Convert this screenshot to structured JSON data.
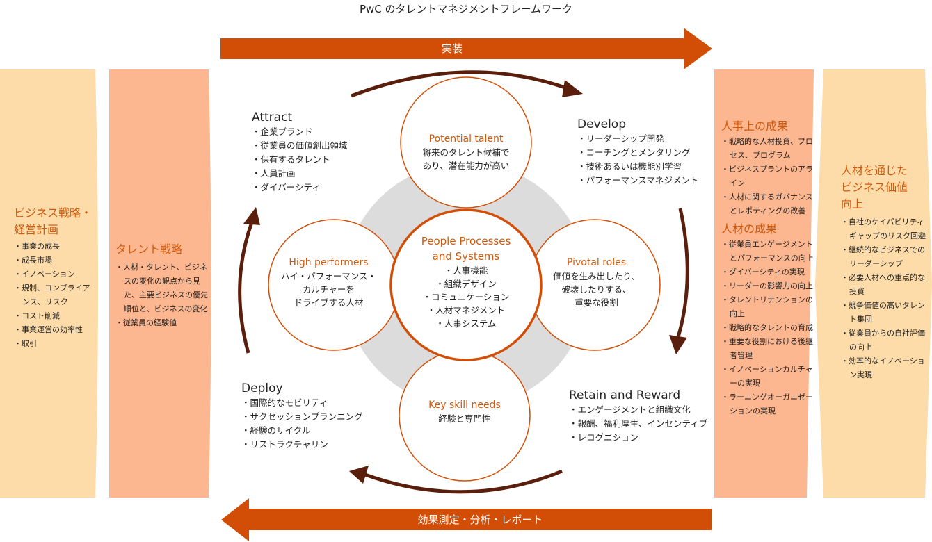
{
  "title": "PwC のタレントマネジメントフレームワーク",
  "arrows": {
    "top": "実装",
    "bottom": "効果測定・分析・レポート"
  },
  "left_panel_1": {
    "heading": [
      "ビジネス戦略・",
      "経営計画"
    ],
    "items": [
      "事業の成長",
      "成長市場",
      "イノベーション",
      "規制、コンプライアンス、リスク",
      "コスト削減",
      "事業運営の効率性",
      "取引"
    ]
  },
  "left_panel_2": {
    "heading": "タレント戦略",
    "items": [
      "人材・タレント、ビジネスの変化の観点から見た、主要ビジネスの優先順位と、ビジネスの変化",
      "従業員の経験値"
    ]
  },
  "right_panel_1": {
    "heading_1": "人事上の成果",
    "items_1": [
      "戦略的な人材投資、プロセス、プログラム",
      "ビジネスプラントのアライン",
      "人材に関するガバナンスとレポティングの改善"
    ],
    "heading_2": "人材の成果",
    "items_2": [
      "従業員エンゲージメントとパフォーマンスの向上",
      "ダイバーシティの実現",
      "リーダーの影響力の向上",
      "タレントリテンションの向上",
      "戦略的なタレントの育成",
      "重要な役割における後継者管理",
      "イノベーションカルチャーの実現",
      "ラーニングオーガニゼーションの実現"
    ]
  },
  "right_panel_2": {
    "heading": [
      "人材を通じた",
      "ビジネス価値",
      "向上"
    ],
    "items": [
      "自社のケイパビリティギャップのリスク回避",
      "継続的なビジネスでのリーダーシップ",
      "必要人材への重点的な投資",
      "競争価値の高いタレント集団",
      "従業員からの自社評価の向上",
      "効率的なイノベーション実現"
    ]
  },
  "sections": {
    "attract": {
      "title": "Attract",
      "items": [
        "企業ブランド",
        "従業員の価値創出領域",
        "保有するタレント",
        "人員計画",
        "ダイバーシティ"
      ]
    },
    "develop": {
      "title": "Develop",
      "items": [
        "リーダーシップ開発",
        "コーチングとメンタリング",
        "技術あるいは機能別学習",
        "パフォーマンスマネジメント"
      ]
    },
    "deploy": {
      "title": "Deploy",
      "items": [
        "国際的なモビリティ",
        "サクセッションプランニング",
        "経験のサイクル",
        "リストラクチャリン"
      ]
    },
    "retain": {
      "title": "Retain and Reward",
      "items": [
        "エンゲージメントと組織文化",
        "報酬、福利厚生、インセンティブ",
        "レコグニション"
      ]
    }
  },
  "circles": {
    "top": {
      "title": "Potential talent",
      "lines": [
        "将来のタレント候補で",
        "あり、潜在能力が高い"
      ]
    },
    "left": {
      "title": "High performers",
      "lines": [
        "ハイ・パフォーマンス・",
        "カルチャーを",
        "ドライブする人材"
      ]
    },
    "right": {
      "title": "Pivotal roles",
      "lines": [
        "価値を生み出したり、",
        "破壊したりする、",
        "重要な役割"
      ]
    },
    "bottom": {
      "title": "Key skill needs",
      "lines": [
        "経験と専門性"
      ]
    },
    "center": {
      "title": [
        "People Processes",
        "and Systems"
      ],
      "lines": [
        "・人事機能",
        "・組織デザイン",
        "・コミュニケーション",
        "・人材マネジメント",
        "・人事システム"
      ]
    }
  },
  "colors": {
    "accent": "#d24e06",
    "dark_arrow": "#5a1e0c",
    "panel_light": "#fddcaa",
    "panel_mid": "#fcb690",
    "gray": "#dcdcdc"
  }
}
